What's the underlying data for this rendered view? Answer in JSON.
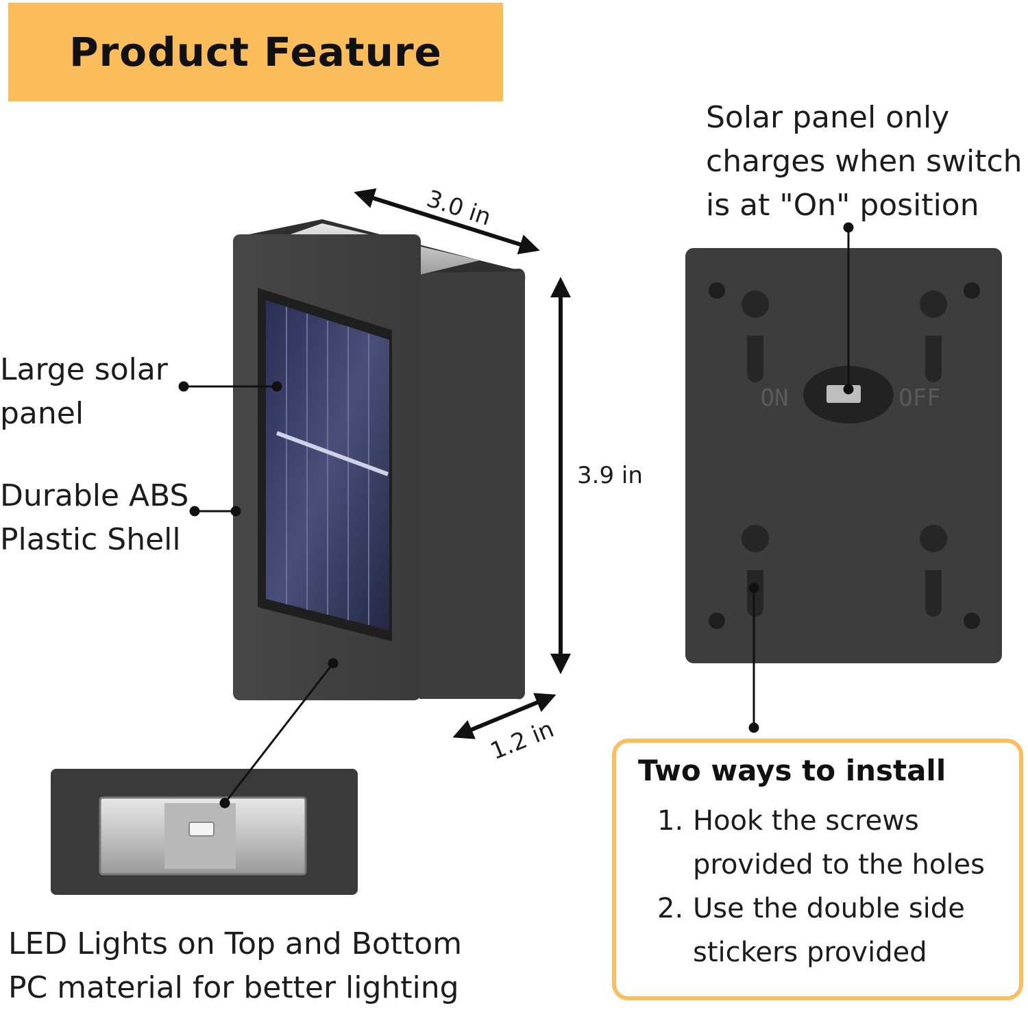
{
  "header": {
    "title": "Product Feature"
  },
  "callouts": {
    "solar_panel": [
      "Large solar",
      "panel"
    ],
    "shell": [
      "Durable ABS",
      "Plastic Shell"
    ],
    "switch_note": [
      "Solar panel only",
      "charges when switch",
      "is at \"On\" position"
    ],
    "led": [
      "LED Lights on Top and Bottom",
      "PC material for better lighting"
    ]
  },
  "dimensions": {
    "width": "3.0 in",
    "height": "3.9 in",
    "depth": "1.2 in"
  },
  "switch_labels": {
    "on": "ON",
    "off": "OFF"
  },
  "install": {
    "title": "Two ways to  install",
    "steps": [
      {
        "num": "1.",
        "text": "Hook the screws provided to the holes"
      },
      {
        "num": "2.",
        "text": "Use the double side stickers provided"
      }
    ]
  },
  "colors": {
    "accent": "#fbbd5c",
    "device": "#3a3a3a",
    "box_border": "#f9bd62"
  }
}
